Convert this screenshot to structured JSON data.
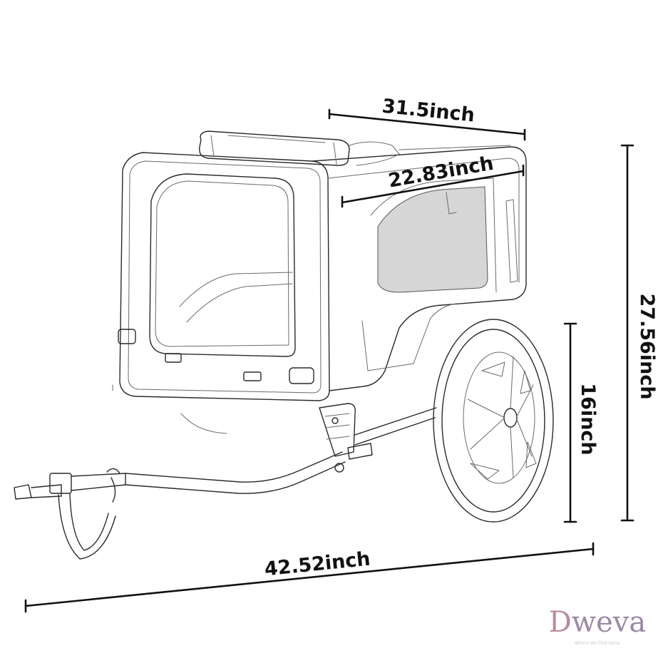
{
  "dimensions": {
    "top_width": "31.5inch",
    "inner_width": "22.83inch",
    "height": "27.56inch",
    "wheel_height": "16inch",
    "length": "42.52inch"
  },
  "brand": {
    "name_first_letter": "D",
    "name_rest": "weva",
    "tagline": "Where We Find Value",
    "colors": {
      "first_letter": "#b98a9c",
      "rest": "#9b8aa4"
    }
  }
}
